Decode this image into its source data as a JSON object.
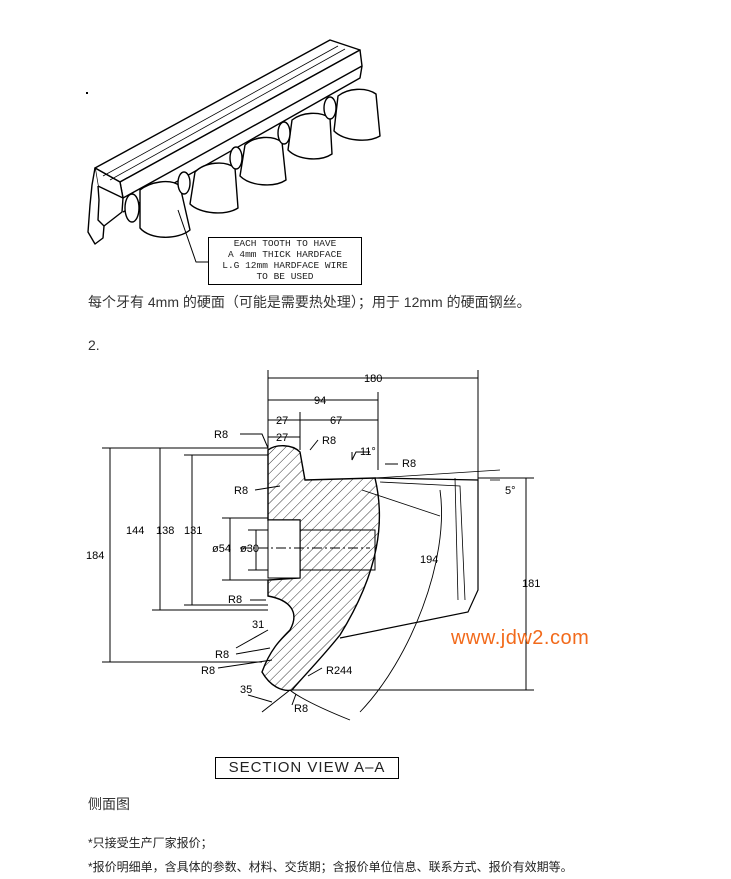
{
  "figure1": {
    "note_lines": [
      "EACH TOOTH TO HAVE",
      "A 4mm THICK HARDFACE",
      "L.G 12mm HARDFACE WIRE",
      "TO BE USED"
    ],
    "caption_cn": "每个牙有 4mm 的硬面（可能是需要热处理）；用于 12mm 的硬面钢丝。"
  },
  "section_number": "2.",
  "figure2": {
    "dims": {
      "d180": "180",
      "d94": "94",
      "d27a": "27",
      "d67": "67",
      "d27b": "27",
      "r8_a": "R8",
      "r8_b": "R8",
      "a11": "11°",
      "r8_c": "R8",
      "r8_d": "R8",
      "a5": "5°",
      "d184": "184",
      "d144": "144",
      "d138": "138",
      "d131": "131",
      "phi54": "ø54",
      "phi30": "ø30",
      "r194": "194",
      "d181": "181",
      "r8_e": "R8",
      "d31": "31",
      "r8_f": "R8",
      "r8_g": "R8",
      "r244": "R244",
      "d35": "35",
      "r8_h": "R8"
    },
    "section_label": "SECTION VIEW A–A"
  },
  "watermark": "www.jdw2.com",
  "side_view_label": "侧面图",
  "notes": [
    "*只接受生产厂家报价；",
    "*报价明细单，含具体的参数、材料、交货期；含报价单位信息、联系方式、报价有效期等。"
  ]
}
